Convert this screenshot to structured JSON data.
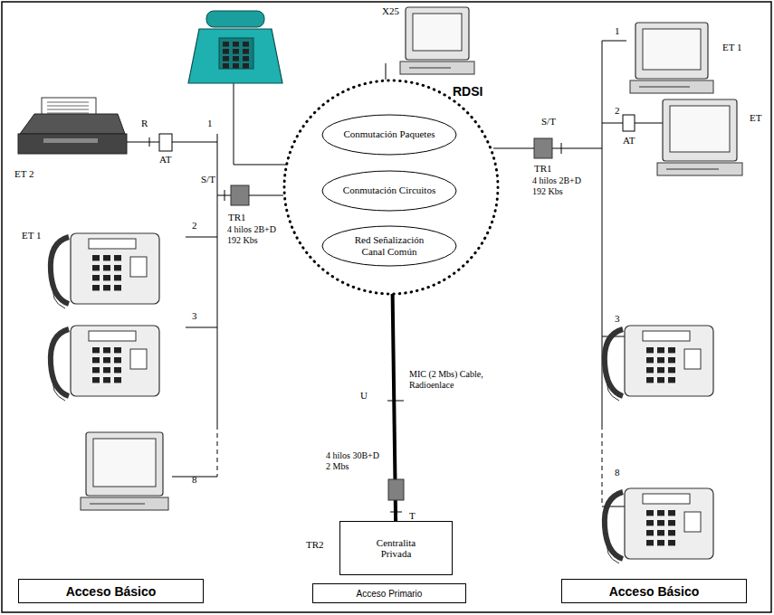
{
  "diagram": {
    "nodes": [
      {
        "text": [
          "RDSI"
        ]
      },
      {
        "text": [
          "Conmutación Paquetes"
        ],
        "in": 0
      },
      {
        "text": [
          "Conmutación Circuitos"
        ],
        "in": 0
      },
      {
        "text": [
          "Red Señalización Canal Común"
        ],
        "in": 0
      },
      {
        "text": [
          "Centralita Privada"
        ]
      },
      {
        "text": [
          "Acceso Básico"
        ]
      },
      {
        "text": [
          "Acceso Primario"
        ]
      },
      {
        "text": [
          "Acceso Básico"
        ]
      }
    ],
    "edges": [
      {
        "from": 4,
        "to": 0,
        "arrow": "none"
      }
    ],
    "labels": [
      "X25",
      "ET 2",
      "R",
      "AT",
      "1",
      "S/T",
      "2",
      "ET 1",
      "TR1",
      "4 hilos 2B+D 192 Kbs",
      "3",
      "8",
      "1",
      "ET 1",
      "2",
      "ET",
      "AT",
      "S/T",
      "TR1",
      "4 hilos 2B+D 192 Kbs",
      "3",
      "8",
      "U",
      "MIC (2 Mbs) Cable, Radioenlace",
      "4 hilos 30B+D 2 Mbs",
      "T",
      "TR2"
    ]
  }
}
